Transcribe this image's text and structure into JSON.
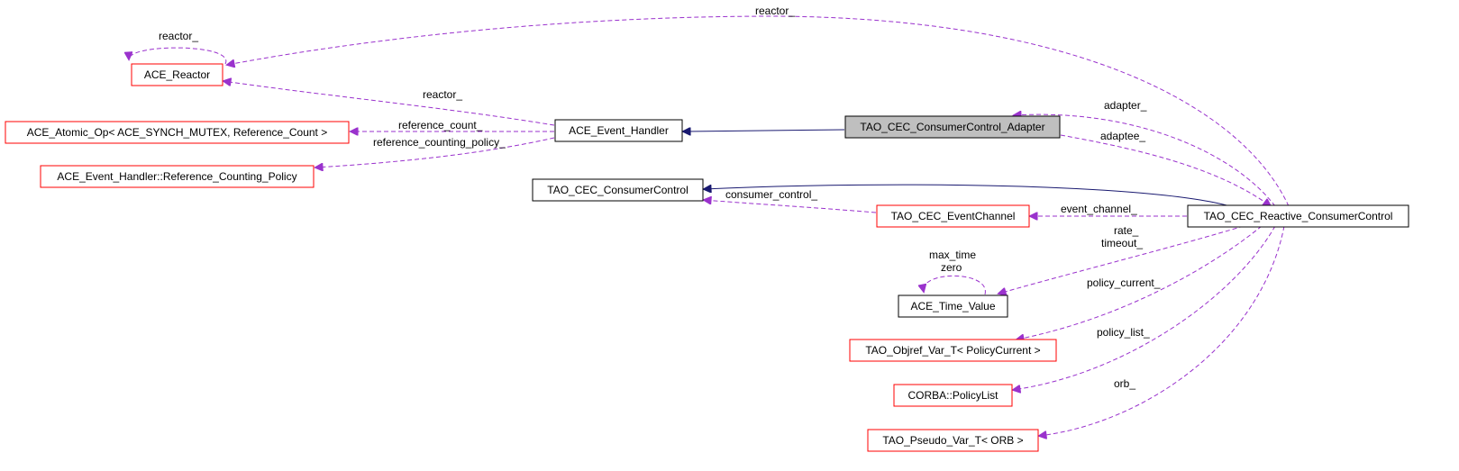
{
  "colors": {
    "inheritance": "#191970",
    "usage": "#9a32cd",
    "node_border_red": "#ff0000",
    "node_border_black": "#000000",
    "node_fill_focus": "#bfbfbf",
    "node_fill": "#ffffff"
  },
  "nodes": [
    {
      "id": "ace_reactor",
      "label": "ACE_Reactor",
      "border": "red"
    },
    {
      "id": "ace_atomic_op",
      "label": "ACE_Atomic_Op< ACE_SYNCH_MUTEX, Reference_Count >",
      "border": "red"
    },
    {
      "id": "ace_event_handler",
      "label": "ACE_Event_Handler",
      "border": "black"
    },
    {
      "id": "ace_eh_refcount_policy",
      "label": "ACE_Event_Handler::Reference_Counting_Policy",
      "border": "red"
    },
    {
      "id": "tao_cec_consumercontrol_adapter",
      "label": "TAO_CEC_ConsumerControl_Adapter",
      "border": "black",
      "focus": true
    },
    {
      "id": "tao_cec_consumercontrol",
      "label": "TAO_CEC_ConsumerControl",
      "border": "black"
    },
    {
      "id": "tao_cec_eventchannel",
      "label": "TAO_CEC_EventChannel",
      "border": "red"
    },
    {
      "id": "tao_cec_reactive_consumercontrol",
      "label": "TAO_CEC_Reactive_ConsumerControl",
      "border": "black"
    },
    {
      "id": "ace_time_value",
      "label": "ACE_Time_Value",
      "border": "black"
    },
    {
      "id": "tao_objref_var_t",
      "label": "TAO_Objref_Var_T< PolicyCurrent >",
      "border": "red"
    },
    {
      "id": "corba_policylist",
      "label": "CORBA::PolicyList",
      "border": "red"
    },
    {
      "id": "tao_pseudo_var_t",
      "label": "TAO_Pseudo_Var_T< ORB >",
      "border": "red"
    }
  ],
  "edges": [
    {
      "id": "e1",
      "label": "reactor_",
      "kind": "usage"
    },
    {
      "id": "e2",
      "label": "reactor_",
      "kind": "usage"
    },
    {
      "id": "e3",
      "label": "reactor_",
      "kind": "usage"
    },
    {
      "id": "e4",
      "label": "reference_count_",
      "kind": "usage"
    },
    {
      "id": "e5",
      "label": "reference_counting_policy_",
      "kind": "usage"
    },
    {
      "id": "e6",
      "label": "",
      "kind": "inheritance"
    },
    {
      "id": "e7",
      "label": "adapter_",
      "kind": "usage"
    },
    {
      "id": "e8",
      "label": "adaptee_",
      "kind": "usage"
    },
    {
      "id": "e9",
      "label": "",
      "kind": "inheritance"
    },
    {
      "id": "e10",
      "label": "consumer_control_",
      "kind": "usage"
    },
    {
      "id": "e11",
      "label": "event_channel_",
      "kind": "usage"
    },
    {
      "id": "e12a",
      "label": "rate_",
      "kind": "usage"
    },
    {
      "id": "e12b",
      "label": "timeout_",
      "kind": "usage"
    },
    {
      "id": "e13a",
      "label": "max_time",
      "kind": "usage"
    },
    {
      "id": "e13b",
      "label": "zero",
      "kind": "usage"
    },
    {
      "id": "e14",
      "label": "policy_current_",
      "kind": "usage"
    },
    {
      "id": "e15",
      "label": "policy_list_",
      "kind": "usage"
    },
    {
      "id": "e16",
      "label": "orb_",
      "kind": "usage"
    }
  ]
}
